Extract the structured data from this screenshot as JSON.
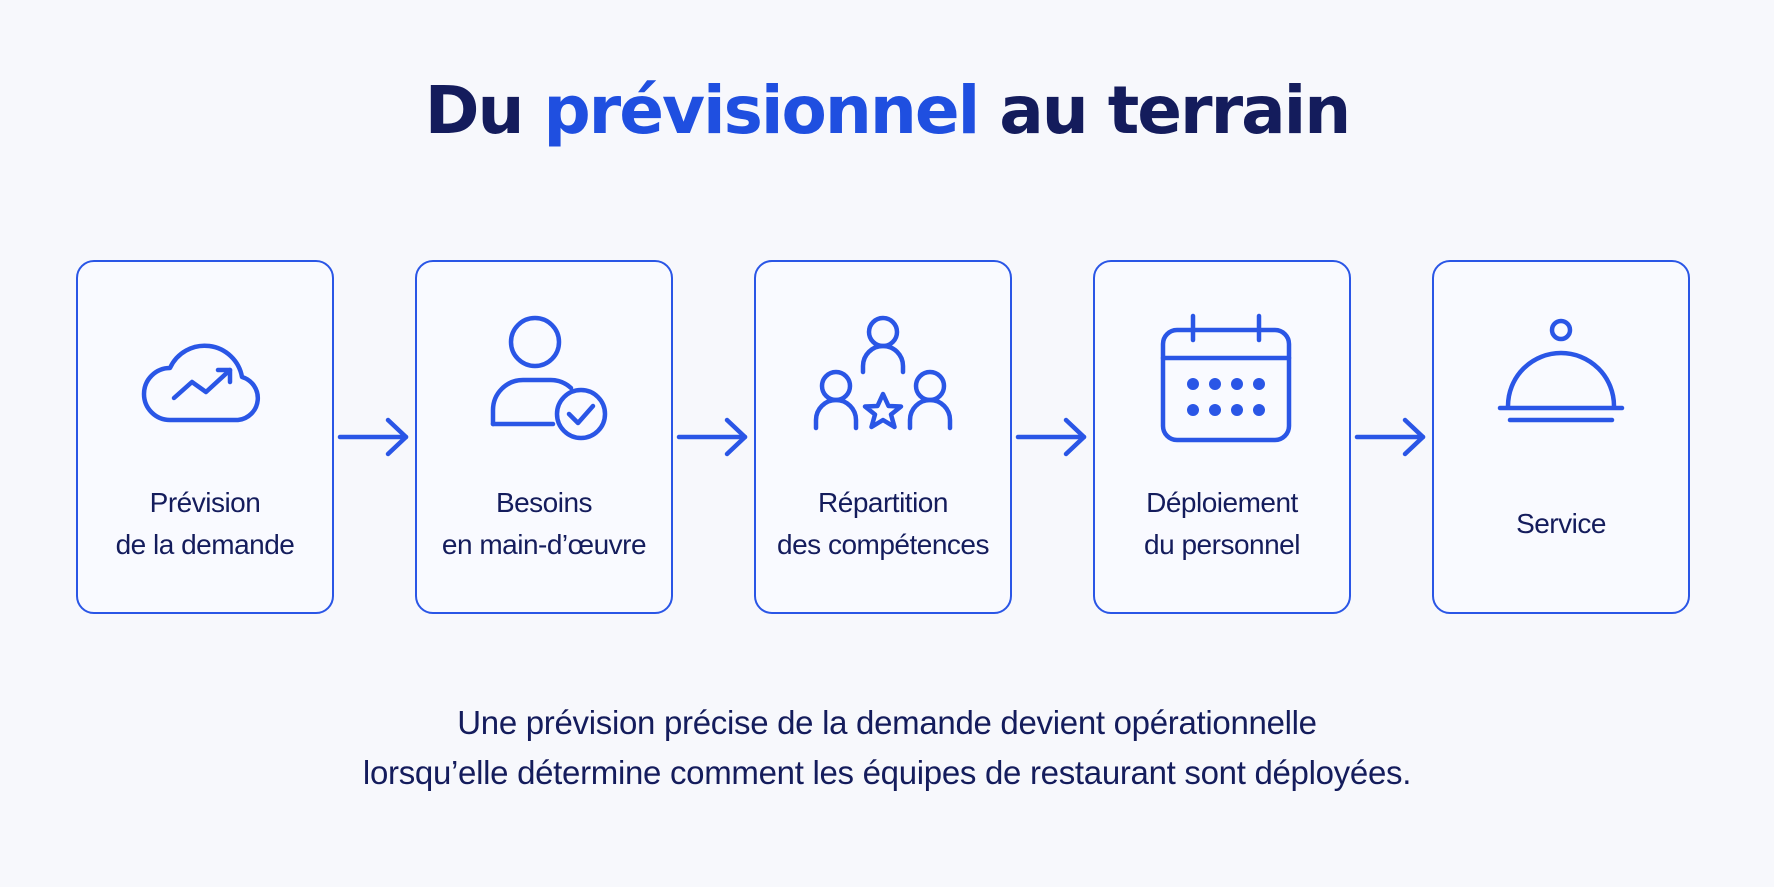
{
  "title": {
    "part1": "Du ",
    "accent": "prévisionnel",
    "part2": " au terrain"
  },
  "colors": {
    "accent": "#1f4fe0",
    "text": "#141c5c",
    "stroke": "#2a56e6",
    "background": "#f7f8fc"
  },
  "steps": [
    {
      "line1": "Prévision",
      "line2": "de la demande",
      "icon": "cloud-trend-icon"
    },
    {
      "line1": "Besoins",
      "line2": "en main-d’œuvre",
      "icon": "person-check-icon"
    },
    {
      "line1": "Répartition",
      "line2": "des compétences",
      "icon": "team-star-icon"
    },
    {
      "line1": "Déploiement",
      "line2": "du personnel",
      "icon": "calendar-icon"
    },
    {
      "line1": "Service",
      "line2": "",
      "icon": "cloche-icon"
    }
  ],
  "caption": {
    "line1": "Une prévision précise de la demande devient opérationnelle",
    "line2": "lorsqu’elle détermine comment les équipes de restaurant sont déployées."
  }
}
